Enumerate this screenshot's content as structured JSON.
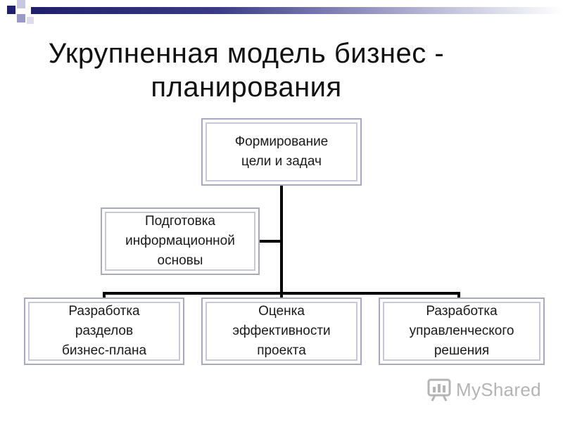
{
  "slide": {
    "title": "Укрупненная модель бизнес -\nпланирования",
    "accent_colors": {
      "header_dark": "#1f1f6e",
      "header_mid": "#5a5aa0",
      "box_border": "#a8a8c0",
      "connector": "#000000"
    }
  },
  "diagram": {
    "top_box": "Формирование\nцели и задач",
    "side_box": "Подготовка\nинформационной\nосновы",
    "bottom_boxes": [
      "Разработка\nразделов\nбизнес-плана",
      "Оценка\nэффективности\nпроекта",
      "Разработка\nуправленческого\nрешения"
    ]
  },
  "watermark": {
    "text": "MyShared",
    "icon": "myshared-logo-icon"
  }
}
